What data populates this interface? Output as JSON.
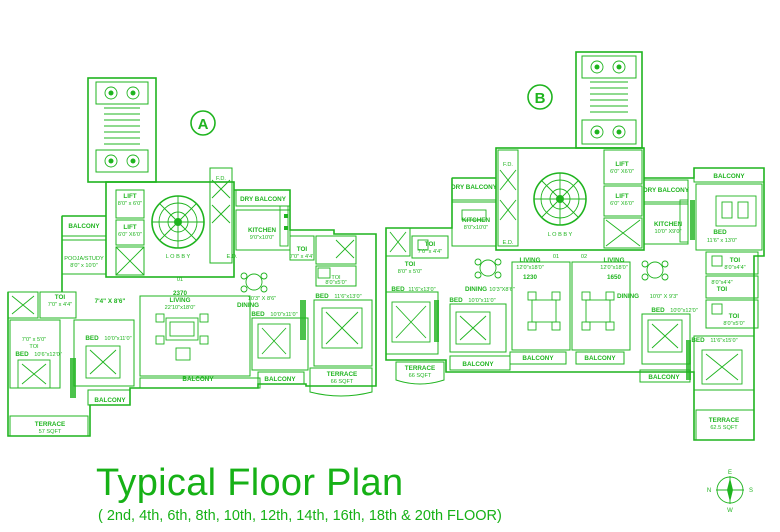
{
  "title": "Typical Floor Plan",
  "subtitle": "( 2nd, 4th, 6th, 8th, 10th, 12th, 14th, 16th, 18th & 20th FLOOR)",
  "accent_color": "#1fb41f",
  "wing_a": {
    "tag": "A",
    "labels": {
      "lift1": "LIFT",
      "lift1_dim": "8'0\" x 6'0\"",
      "lift2": "LIFT",
      "lift2_dim": "6'0\" X6'0\"",
      "balcony_top": "BALCONY",
      "pooja": "POOJA/STUDY",
      "pooja_dim": "8'0\" x 10'0\"",
      "lobby": "L O B B Y",
      "fd": "F.D.",
      "ed": "E.D.",
      "dry_balcony": "DRY BALCONY",
      "kitchen": "KITCHEN",
      "kitchen_dim": "9'0\"x10'0\"",
      "toi_top": "TOI",
      "toi_top_dim": "7'0\" x 4'4\"",
      "toi_right": "TOI",
      "toi_right_dim": "8'0\"x5'0\"",
      "flat_no": "01",
      "area": "2370",
      "living": "LIVING",
      "living_dim": "22'10\"x18'0\"",
      "dining": "DINING",
      "dining_dim": "10'3\" X 8'6\"",
      "passage_dim": "7'4\" X 8'6\"",
      "toi_left": "TOI",
      "toi_left_dim": "7'0\" x 4'4\"",
      "toi_left2": "TOI",
      "toi_left2_dim": "7'0\" x 5'0\"",
      "bed1": "BED",
      "bed1_dim": "10'6\"x12'0\"",
      "bed2": "BED",
      "bed2_dim": "10'0\"x11'0\"",
      "bed3": "BED",
      "bed3_dim": "10'0\"x11'0\"",
      "bed4": "BED",
      "bed4_dim": "11'6\"x13'0\"",
      "balcony_bottom": "BALCONY",
      "balcony_left": "BALCONY",
      "balcony_mid": "BALCONY",
      "terrace_left": "TERRACE",
      "terrace_left_area": "57 SQFT",
      "terrace_right": "TERRACE",
      "terrace_right_area": "66 SQFT"
    }
  },
  "wing_b": {
    "tag": "B",
    "labels": {
      "fd": "F.D.",
      "ed": "E.D.",
      "dry_balcony_l": "DRY BALCONY",
      "kitchen_l": "KITCHEN",
      "kitchen_l_dim": "8'0\"x10'0\"",
      "lobby": "L O B B Y",
      "lift1": "LIFT",
      "lift1_dim": "6'0\" X6'0\"",
      "lift2": "LIFT",
      "lift2_dim": "6'0\" X6'0\"",
      "dry_balcony_r": "DRY BALCONY",
      "kitchen_r": "KITCHEN",
      "kitchen_r_dim": "10'0\" X9'0\"",
      "balcony_tr": "BALCONY",
      "bed_tr": "BED",
      "bed_tr_dim": "11'6\" x 13'0\"",
      "toi_l": "TOI",
      "toi_l_dim": "7'0\" x 4'4\"",
      "toi_l2": "TOI",
      "toi_l2_dim": "8'0\" x 5'0\"",
      "flat1_no": "01",
      "flat2_no": "02",
      "living1": "LIVING",
      "living1_dim": "12'0\"x18'0\"",
      "area1": "1230",
      "living2": "LIVING",
      "living2_dim": "12'0\"x18'0\"",
      "area2": "1650",
      "dining1": "DINING",
      "dining1_dim": "10'3\"X8'6\"",
      "dining2": "DINING",
      "dining2_dim": "10'0\" X 9'3\"",
      "toi_r": "TOI",
      "toi_r_dim": "8'0\"x4'4\"",
      "toi_r2": "TOI",
      "toi_r2_dim": "8'0\"x4'4\"",
      "toi_r3": "TOI",
      "toi_r3_dim": "8'0\"x5'0\"",
      "bed1": "BED",
      "bed1_dim": "11'6\"x13'0\"",
      "bed2": "BED",
      "bed2_dim": "10'0\"x11'0\"",
      "bed3": "BED",
      "bed3_dim": "10'0\"x12'0\"",
      "bed4": "BED",
      "bed4_dim": "11'6\"x15'0\"",
      "balcony1": "BALCONY",
      "balcony2": "BALCONY",
      "balcony3": "BALCONY",
      "balcony4": "BALCONY",
      "terrace_l": "TERRACE",
      "terrace_l_area": "66 SQFT",
      "terrace_r": "TERRACE",
      "terrace_r_area": "62.5 SQFT"
    }
  },
  "compass": {
    "n": "N",
    "s": "S",
    "e": "E",
    "w": "W"
  }
}
